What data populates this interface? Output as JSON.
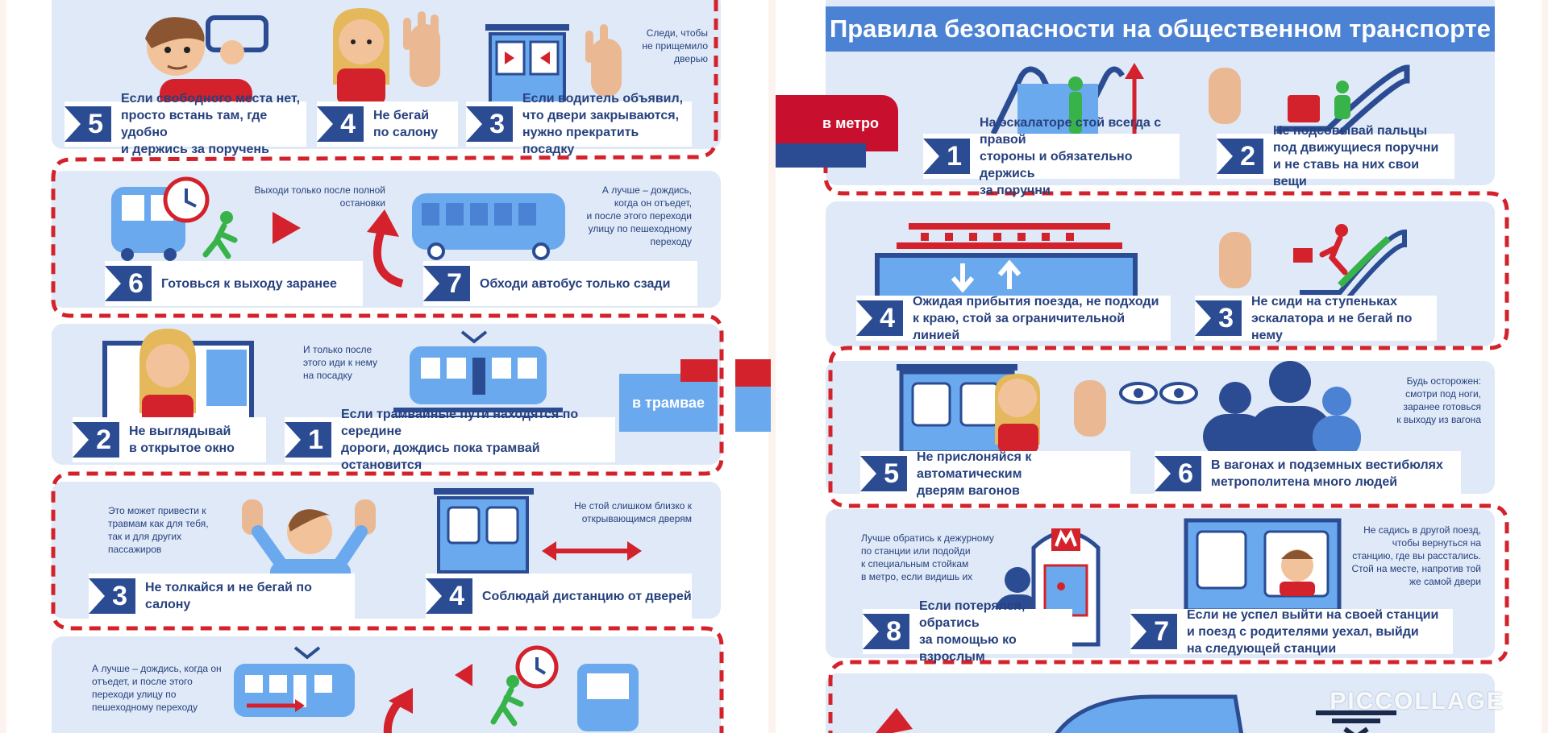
{
  "title": "Правила безопасности на общественном транспорте",
  "watermark": "PICCOLLAGE",
  "colors": {
    "navy": "#2b4c93",
    "red": "#c8102e",
    "band": "#dfe9f7",
    "light_blue": "#6aa9ee",
    "title_blue": "#4b82d4"
  },
  "left": {
    "bus_bottom": {
      "rule5": {
        "number": "5",
        "text": "Если свободного места нет,\nпросто встань там, где удобно\nи держись за поручень"
      },
      "rule4": {
        "number": "4",
        "text": "Не бегай\nпо салону"
      },
      "rule3": {
        "number": "3",
        "text": "Если водитель объявил,\nчто двери закрываются,\nнужно прекратить посадку"
      },
      "note_doors": "Следи, чтобы\nне прищемило\nдверью"
    },
    "bus_exit": {
      "note_exit": "Выходи только после полной\nостановки",
      "note_wait": "А лучше – дождись,\nкогда он отъедет,\nи после этого переходи\nулицу по пешеходному\nпереходу",
      "rule6": {
        "number": "6",
        "text": "Готовься к выходу заранее"
      },
      "rule7": {
        "number": "7",
        "text": "Обходи автобус только сзади"
      }
    },
    "tram": {
      "tag": "в трамвае",
      "note_boarding": "И только после\nэтого иди к нему\nна посадку",
      "rule2": {
        "number": "2",
        "text": "Не выглядывай\nв открытое окно"
      },
      "rule1": {
        "number": "1",
        "text": "Если трамвайные пути находятся по середине\nдороги, дождись пока трамвай остановится"
      }
    },
    "tram_inside": {
      "note_injury": "Это может привести к\nтравмам как для тебя,\nтак и для других\nпассажиров",
      "note_distance": "Не стой слишком близко к\nоткрывающимся дверям",
      "rule3": {
        "number": "3",
        "text": "Не толкайся и не бегай по салону"
      },
      "rule4": {
        "number": "4",
        "text": "Соблюдай дистанцию от дверей"
      }
    },
    "tram_bottom": {
      "note_wait": "А лучше – дождись, когда он\nотъедет, и после этого\nпереходи улицу по\nпешеходному переходу"
    }
  },
  "right": {
    "metro_tag": "в метро",
    "escalator": {
      "rule1": {
        "number": "1",
        "text": "На эскалаторе стой всегда с правой\nстороны и обязательно держись\nза поручни"
      },
      "rule2": {
        "number": "2",
        "text": "Не подсовывай пальцы\nпод движущиеся поручни\nи не ставь на них свои вещи"
      }
    },
    "platform": {
      "rule4": {
        "number": "4",
        "text": "Ожидая прибытия поезда, не подходи\nк краю, стой за ограничительной линией"
      },
      "rule3": {
        "number": "3",
        "text": "Не сиди на ступеньках\nэскалатора и не бегай по нему"
      }
    },
    "train": {
      "note_careful": "Будь осторожен:\nсмотри под ноги,\nзаранее готовься\nк выходу из вагона",
      "rule5": {
        "number": "5",
        "text": "Не прислоняйся к автоматическим\nдверям вагонов"
      },
      "rule6": {
        "number": "6",
        "text": "В вагонах и подземных вестибюлях\nметрополитена много людей"
      }
    },
    "lost": {
      "note_staff": "Лучше обратись к дежурному\nпо станции или подойди\nк специальным стойкам\nв метро, если видишь их",
      "note_stay": "Не садись в другой поезд,\nчтобы вернуться на\nстанцию, где вы расстались.\nСтой на месте, напротив той\nже самой двери",
      "rule8": {
        "number": "8",
        "text": "Если потерялся, обратись\nза помощью ко взрослым"
      },
      "rule7": {
        "number": "7",
        "text": "Если не успел выйти на своей станции\nи поезд с родителями уехал, выйди\nна следующей станции"
      }
    }
  }
}
